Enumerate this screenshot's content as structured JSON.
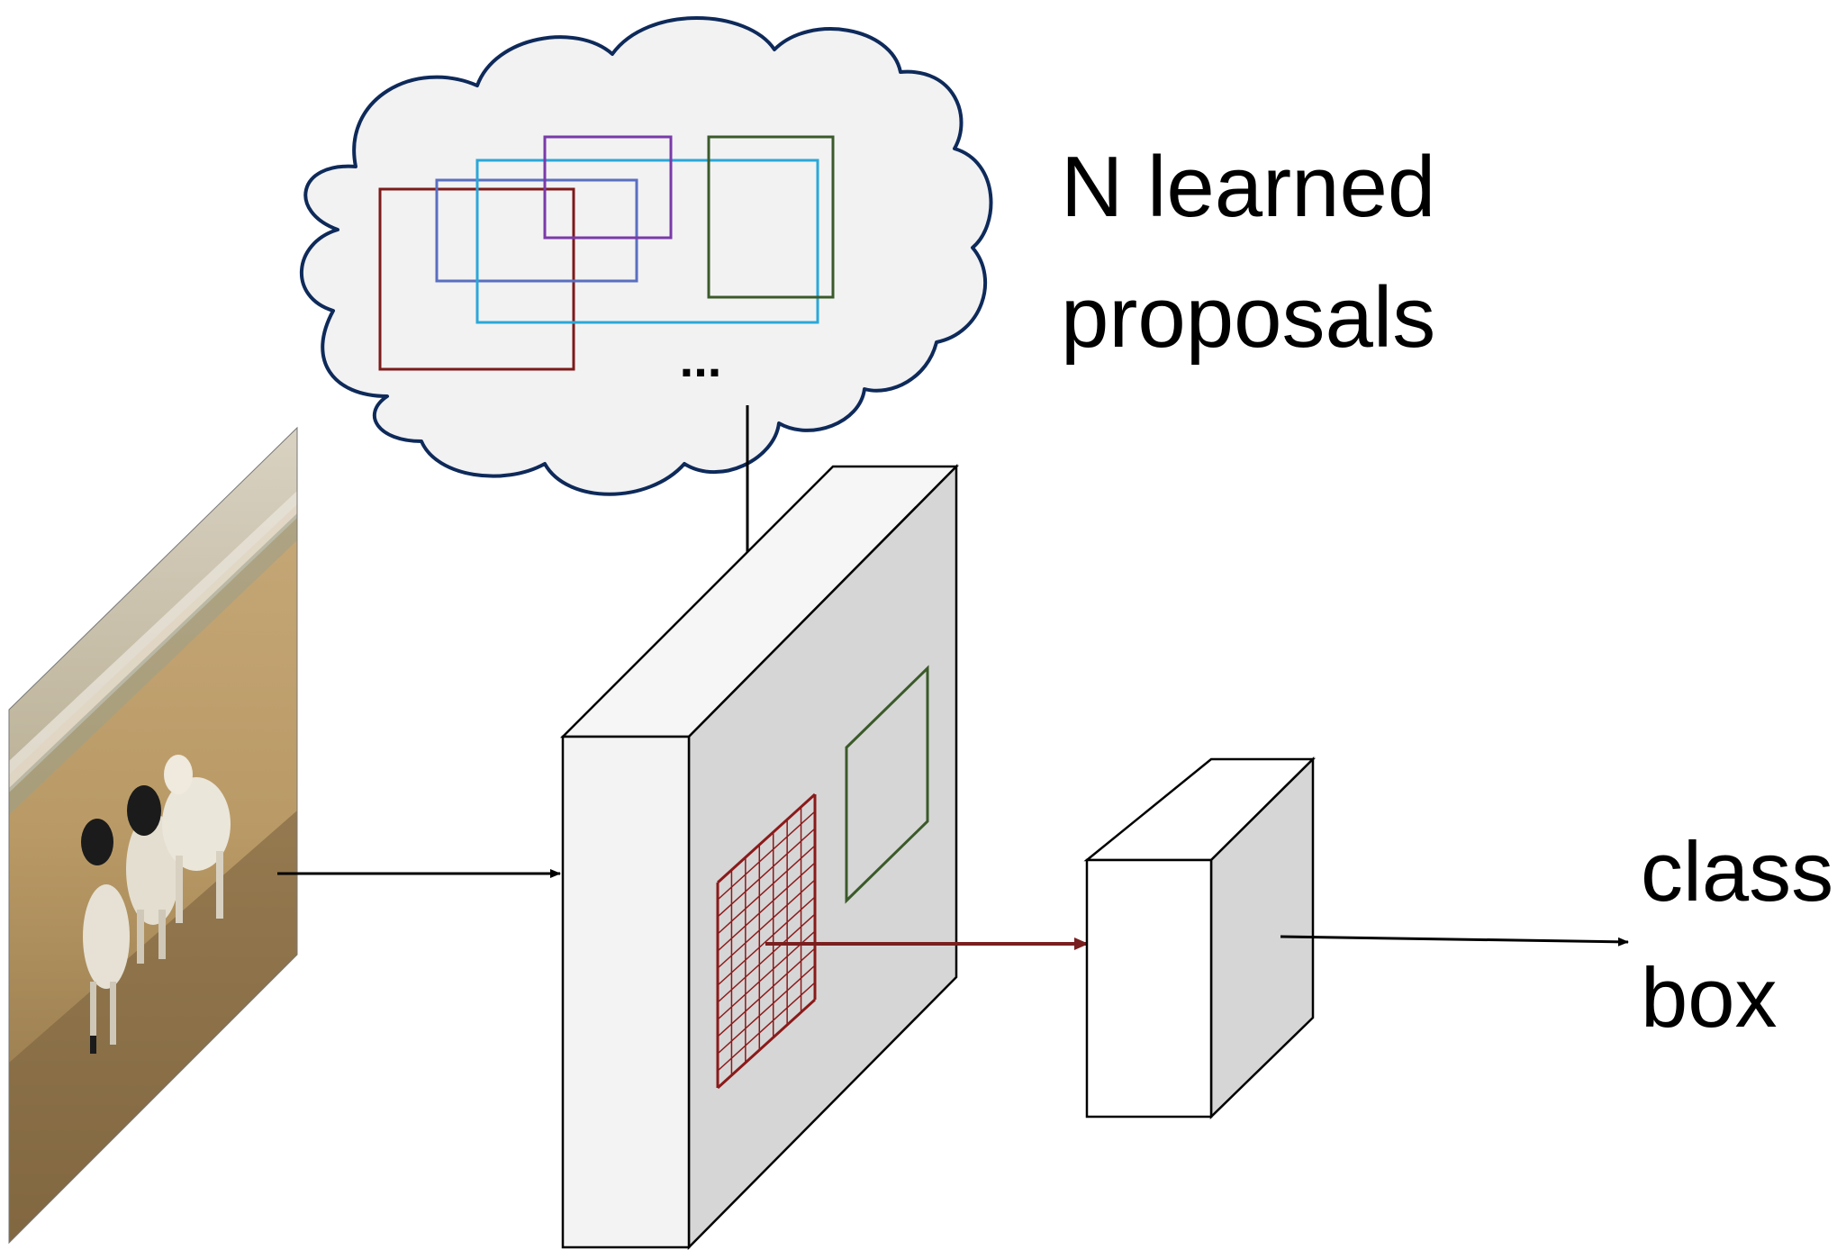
{
  "labels": {
    "proposals_line1": "N learned",
    "proposals_line2": "proposals",
    "ellipsis": "...",
    "output_class": "class",
    "output_box": "box"
  },
  "colors": {
    "cloud_fill": "#f2f2f3",
    "cloud_stroke": "#0e2a5a",
    "feature_front": "#f3f3f3",
    "feature_side": "#d6d6d6",
    "roi_grid": "#8b1a1a",
    "roi_arrow": "#7a1f1f",
    "green_box": "#3b5a2a",
    "proposal_red": "#7d1a1a",
    "proposal_blue": "#5a6fc0",
    "proposal_cyan": "#2aa8d8",
    "proposal_purple": "#7a3aa8",
    "proposal_green": "#3b5a2a",
    "arrow": "#000000"
  }
}
